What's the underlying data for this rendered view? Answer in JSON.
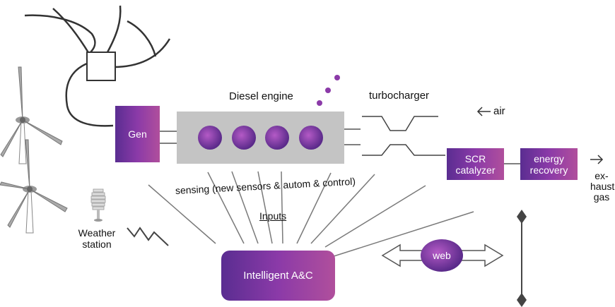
{
  "labels": {
    "gen": "Gen",
    "diesel_engine": "Diesel engine",
    "turbocharger": "turbocharger",
    "air": "air",
    "scr_line1": "SCR",
    "scr_line2": "catalyzer",
    "energy_line1": "energy",
    "energy_line2": "recovery",
    "exhaust_line1": "ex-",
    "exhaust_line2": "haust",
    "exhaust_line3": "gas",
    "sensing": "sensing (new sensors & autom & control)",
    "inputs": "Inputs",
    "weather_line1": "Weather",
    "weather_line2": "station",
    "intelligent_ac": "Intelligent A&C",
    "web": "web"
  },
  "colors": {
    "gradient_start": "#5a2d91",
    "gradient_end": "#b04f9c",
    "engine_body": "#c4c4c4",
    "line": "#7a7a7a",
    "accent_purple": "#8b3aa8"
  },
  "icons": [
    "wind-turbine-icon",
    "weather-station-icon",
    "lightning-bolt-icon",
    "double-arrow-icon",
    "diamond-icon"
  ]
}
